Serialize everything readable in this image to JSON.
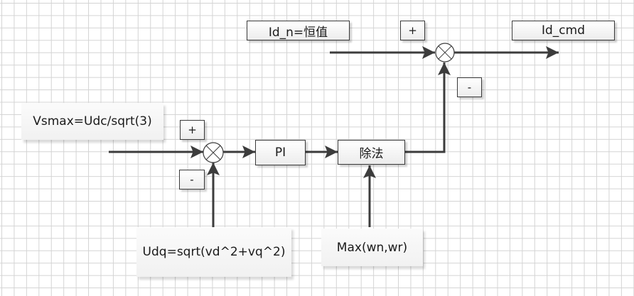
{
  "diagram": {
    "title_blocks": {
      "id_n": "Id_n=恒值",
      "id_cmd": "Id_cmd",
      "vsmax": "Vsmax=Udc/sqrt(3)",
      "pi": "PI",
      "divide": "除法",
      "udq": "Udq=sqrt(vd^2+vq^2)",
      "max": "Max(wn,wr)"
    },
    "signs": {
      "top_plus": "+",
      "top_minus": "-",
      "bottom_plus": "+",
      "bottom_minus": "-"
    },
    "summing_junction_symbol": "⊗",
    "colors": {
      "line": "#3c3c3c",
      "grid": "#d4d4d4",
      "box_border": "#3a3a3a"
    }
  }
}
